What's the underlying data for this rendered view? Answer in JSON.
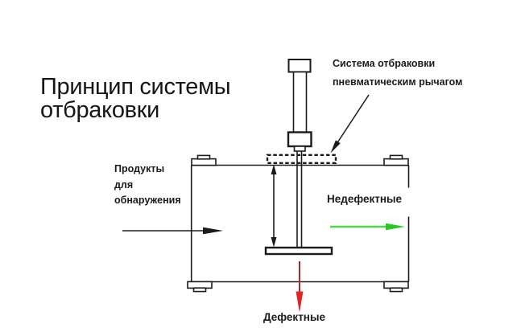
{
  "title": {
    "line1": "Принцип системы",
    "line2": "отбраковки"
  },
  "annotation": {
    "line1": "Система отбраковки",
    "line2": "пневматическим рычагом"
  },
  "input_label": {
    "line1": "Продукты",
    "line2": "для",
    "line3": "обнаружения"
  },
  "outputs": {
    "non_defective": "Недефектные",
    "defective": "Дефектные"
  },
  "colors": {
    "background": "#ffffff",
    "line": "#1b1b1b",
    "text": "#1b1b1b",
    "green_arrow_shaft": "#4cd84c",
    "green_arrow_head": "#25cb25",
    "red_arrow_shaft": "#a62c2c",
    "red_arrow_head": "#e12424"
  }
}
